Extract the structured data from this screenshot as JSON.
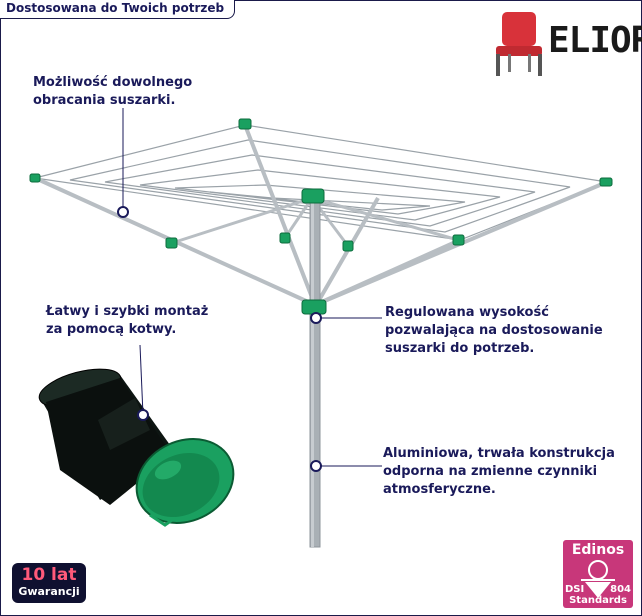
{
  "header": {
    "title": "Dostosowana do Twoich potrzeb"
  },
  "brand": {
    "name": "ELIOR",
    "logo_icon": "chair-icon",
    "chair_color": "#d8323a"
  },
  "callouts": {
    "rotation": {
      "line1": "Możliwość dowolnego",
      "line2": "obracania suszarki."
    },
    "mounting": {
      "line1": "Łatwy i szybki montaż",
      "line2": "za pomocą kotwy."
    },
    "height": {
      "line1": "Regulowana wysokość",
      "line2": "pozwalająca na dostosowanie",
      "line3": "suszarki do potrzeb."
    },
    "material": {
      "line1": "Aluminiowa, trwała konstrukcja",
      "line2": "odporna na zmienne czynniki",
      "line3": "atmosferyczne."
    }
  },
  "warranty": {
    "years": "10 lat",
    "label": "Gwarancji"
  },
  "certificate": {
    "brand": "Edinos",
    "left": "DSI",
    "right": "804",
    "bottom": "Standards",
    "color": "#c8377a"
  },
  "colors": {
    "text": "#1a1a5a",
    "accent": "#1aa060",
    "frame": "#aab0b6"
  }
}
